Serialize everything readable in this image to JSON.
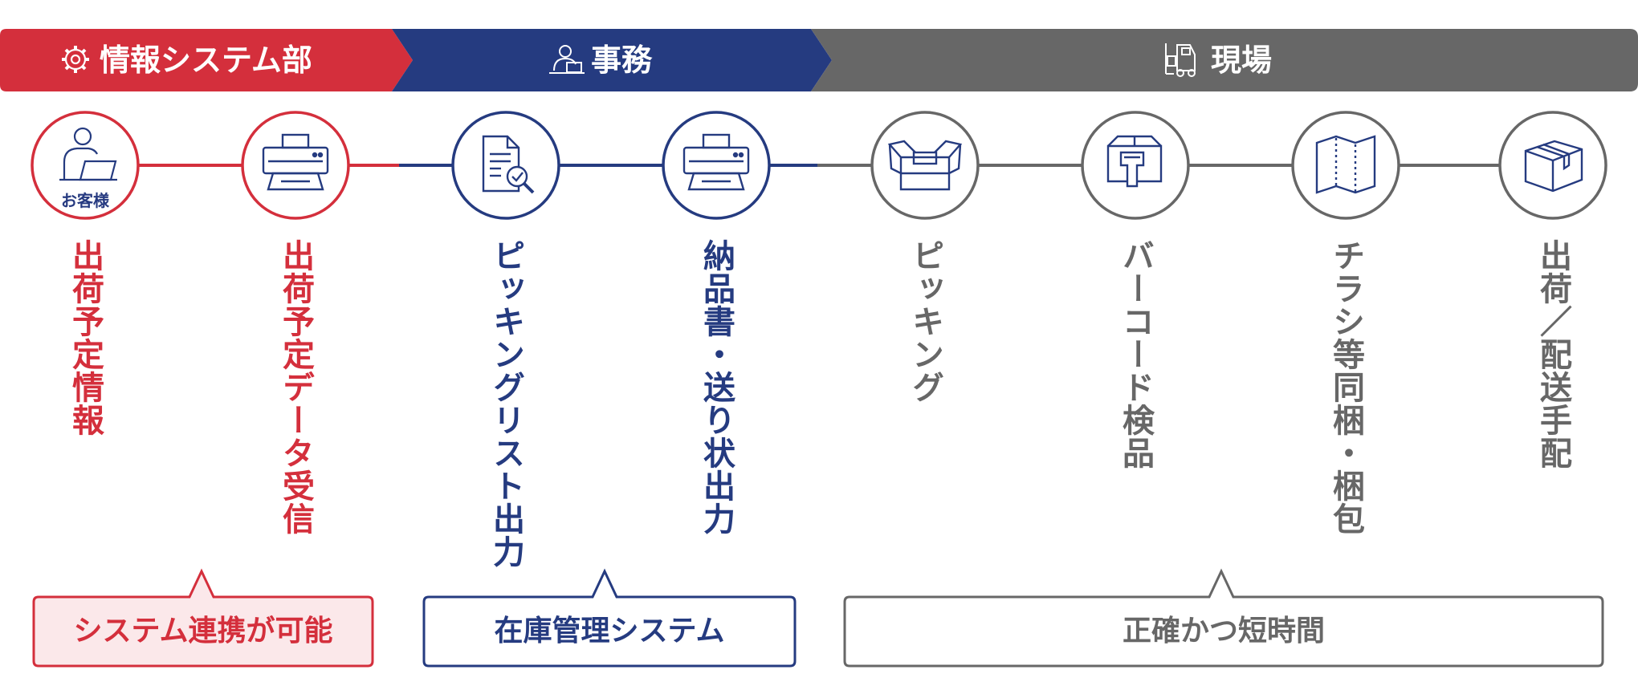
{
  "colors": {
    "red": "#d42f3c",
    "navy": "#253b80",
    "gray": "#676767",
    "red_fill": "#fbe8ea"
  },
  "header": {
    "sections": [
      {
        "label": "情報システム部",
        "icon": "gear-icon",
        "color": "#d42f3c"
      },
      {
        "label": "事務",
        "icon": "office-worker-icon",
        "color": "#253b80"
      },
      {
        "label": "現場",
        "icon": "forklift-icon",
        "color": "#676767"
      }
    ]
  },
  "steps": [
    {
      "icon": "customer-laptop-icon",
      "caption": "お客様",
      "label": "出荷予定情報",
      "color": "#d42f3c"
    },
    {
      "icon": "printer-icon",
      "caption": "",
      "label": "出荷予定データ受信",
      "color": "#d42f3c"
    },
    {
      "icon": "document-search-icon",
      "caption": "",
      "label": "ピッキングリスト出力",
      "color": "#253b80"
    },
    {
      "icon": "printer-icon",
      "caption": "",
      "label": "納品書・送り状出力",
      "color": "#253b80"
    },
    {
      "icon": "open-box-icon",
      "caption": "",
      "label": "ピッキング",
      "color": "#676767"
    },
    {
      "icon": "barcode-scanner-icon",
      "caption": "",
      "label": "バーコード検品",
      "color": "#676767"
    },
    {
      "icon": "flyer-icon",
      "caption": "",
      "label": "チラシ等同梱・梱包",
      "color": "#676767"
    },
    {
      "icon": "package-icon",
      "caption": "",
      "label": "出荷／配送手配",
      "color": "#676767"
    }
  ],
  "callouts": [
    {
      "label": "システム連携が可能",
      "color": "#d42f3c"
    },
    {
      "label": "在庫管理システム",
      "color": "#253b80"
    },
    {
      "label": "正確かつ短時間",
      "color": "#676767"
    }
  ]
}
